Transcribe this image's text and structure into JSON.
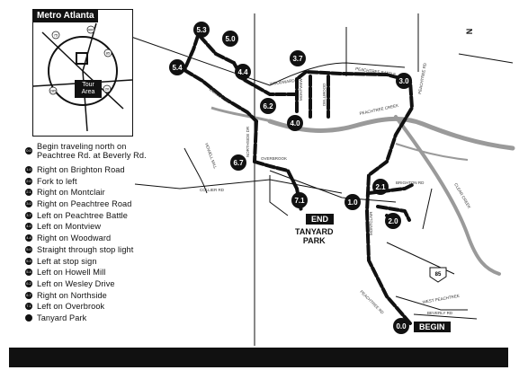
{
  "inset": {
    "title": "Metro Atlanta",
    "tour_area_label": "Tour Area",
    "highway_shields": [
      "75",
      "400",
      "85",
      "285",
      "20"
    ]
  },
  "directions_header": "",
  "directions": [
    {
      "badge": "0.0",
      "text": "Begin traveling north on\nPeachtree Rd. at Beverly Rd."
    },
    {
      "badge": "1.0",
      "text": "Right on Brighton Road"
    },
    {
      "badge": "2.0",
      "text": "Fork to left"
    },
    {
      "badge": "2.1",
      "text": "Right on Montclair"
    },
    {
      "badge": "3.0",
      "text": "Right on Peachtree Road"
    },
    {
      "badge": "3.7",
      "text": "Left on Peachtree Battle"
    },
    {
      "badge": "4.0",
      "text": "Left on Montview"
    },
    {
      "badge": "4.4",
      "text": "Right on Woodward"
    },
    {
      "badge": "5.0",
      "text": "Straight through stop light"
    },
    {
      "badge": "5.3",
      "text": "Left at stop sign"
    },
    {
      "badge": "5.4",
      "text": "Left on Howell Mill"
    },
    {
      "badge": "6.2",
      "text": "Left on Wesley Drive"
    },
    {
      "badge": "6.7",
      "text": "Right on Northside"
    },
    {
      "badge": "7.1",
      "text": "Left on Overbrook"
    },
    {
      "badge": "",
      "text": "Tanyard Park"
    }
  ],
  "map": {
    "mileage_markers": [
      {
        "label": "5.3"
      },
      {
        "label": "5.0"
      },
      {
        "label": "5.4"
      },
      {
        "label": "4.4"
      },
      {
        "label": "3.7"
      },
      {
        "label": "3.0"
      },
      {
        "label": "6.2"
      },
      {
        "label": "4.0"
      },
      {
        "label": "6.7"
      },
      {
        "label": "7.1"
      },
      {
        "label": "2.1"
      },
      {
        "label": "1.0"
      },
      {
        "label": "2.0"
      },
      {
        "label": "0.0"
      }
    ],
    "end_label": "END",
    "park_name_line1": "TANYARD",
    "park_name_line2": "PARK",
    "begin_label": "BEGIN",
    "north_symbol": "N",
    "highway_85": "85",
    "road_labels": {
      "peachtree_battle": "PEACHTREE BATTLE",
      "peachtree_rd_ne": "PEACHTREE RD",
      "peachtree_creek": "PEACHTREE CREEK",
      "northside_dr": "NORTHSIDE DR",
      "overbrook": "OVERBROOK",
      "collier_rd": "COLLIER RD",
      "howell_mill": "HOWELL MILL",
      "wesley_dr": "WESLEY DR",
      "woodward": "WOODWARD",
      "montview": "MONTVIEW",
      "dellwood": "DELLWOOD",
      "brighton_rd": "BRIGHTON RD",
      "montclair": "MONTCLAIR",
      "clear_creek": "CLEAR CREEK",
      "peachtree_rd_s": "PEACHTREE RD",
      "west_peachtree": "WEST PEACHTREE",
      "beverly_rd": "BEVERLY RD"
    }
  },
  "colors": {
    "ink": "#111111",
    "creek": "#9a9a9a",
    "paper": "#ffffff"
  }
}
